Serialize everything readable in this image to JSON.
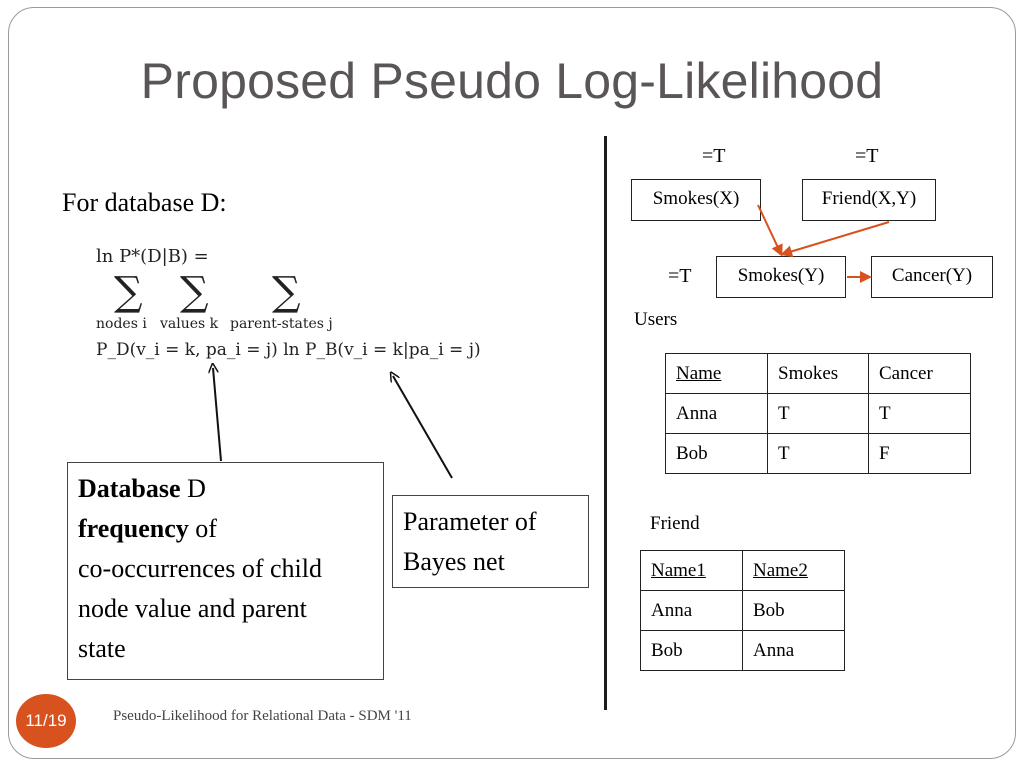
{
  "slide": {
    "title": "Proposed Pseudo Log-Likelihood",
    "intro": "For database D:",
    "page_number": "11/19",
    "footer": "Pseudo-Likelihood for Relational Data - SDM '11",
    "accent_color": "#d8521f"
  },
  "formula": {
    "lhs": "ln P*(D|B) =",
    "sum_symbol": "∑",
    "sum_nodes": "nodes i",
    "sum_values": "values k",
    "sum_parents": "parent-states j",
    "rhs": "P_D(v_i = k, pa_i = j) ln P_B(v_i = k|pa_i = j)"
  },
  "callouts": {
    "database_bold1": "Database",
    "database_text1": " D",
    "database_bold2": "frequency",
    "database_text2": " of",
    "database_line3": "co-occurrences of  child",
    "database_line4": "node value and parent",
    "database_line5": "state",
    "parameter": "Parameter of Bayes net"
  },
  "bayes_net": {
    "nodes": {
      "smokes_x": "Smokes(X)",
      "friend_xy": "Friend(X,Y)",
      "smokes_y": "Smokes(Y)",
      "cancer_y": "Cancer(Y)"
    },
    "evidence": {
      "smokes_x": "=T",
      "friend_xy": "=T",
      "smokes_y": "=T"
    },
    "arrow_color": "#d8521f"
  },
  "tables": {
    "users": {
      "label": "Users",
      "headers": [
        "Name",
        "Smokes",
        "Cancer"
      ],
      "rows": [
        [
          "Anna",
          "T",
          "T"
        ],
        [
          "Bob",
          "T",
          "F"
        ]
      ]
    },
    "friend": {
      "label": "Friend",
      "headers": [
        "Name1",
        "Name2"
      ],
      "rows": [
        [
          "Anna",
          "Bob"
        ],
        [
          "Bob",
          "Anna"
        ]
      ]
    }
  }
}
